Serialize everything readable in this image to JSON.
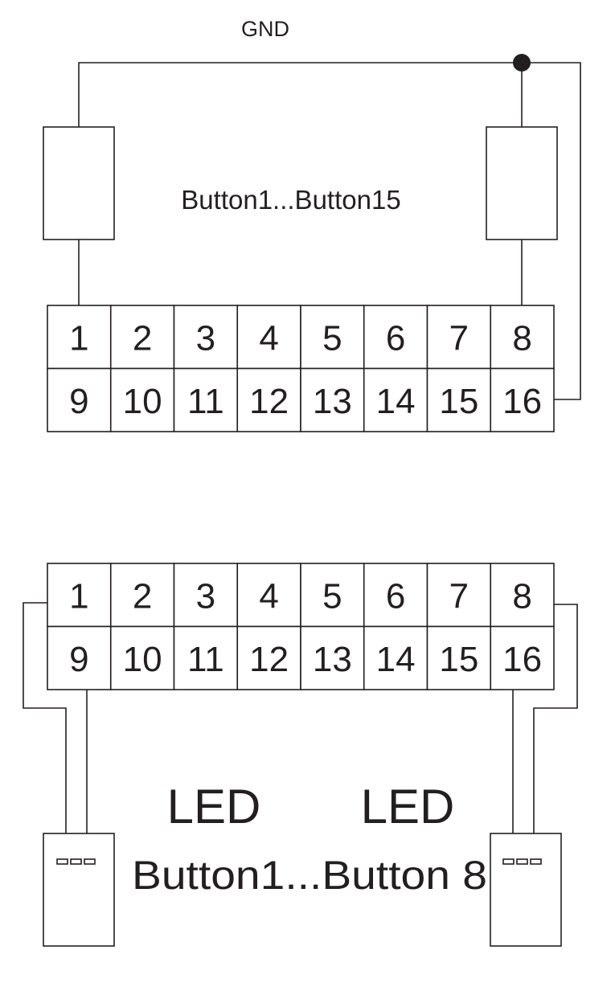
{
  "top_section": {
    "gnd_label": "GND",
    "center_label": "Button1...Button15",
    "terminal_row_1": [
      "1",
      "2",
      "3",
      "4",
      "5",
      "6",
      "7",
      "8"
    ],
    "terminal_row_2": [
      "9",
      "10",
      "11",
      "12",
      "13",
      "14",
      "15",
      "16"
    ]
  },
  "bottom_section": {
    "terminal_row_1": [
      "1",
      "2",
      "3",
      "4",
      "5",
      "6",
      "7",
      "8"
    ],
    "terminal_row_2": [
      "9",
      "10",
      "11",
      "12",
      "13",
      "14",
      "15",
      "16"
    ],
    "led_left_label": "LED",
    "led_right_label": "LED",
    "center_label": "Button1...Button 8"
  },
  "colors": {
    "line": "#231f20",
    "background": "#ffffff"
  }
}
